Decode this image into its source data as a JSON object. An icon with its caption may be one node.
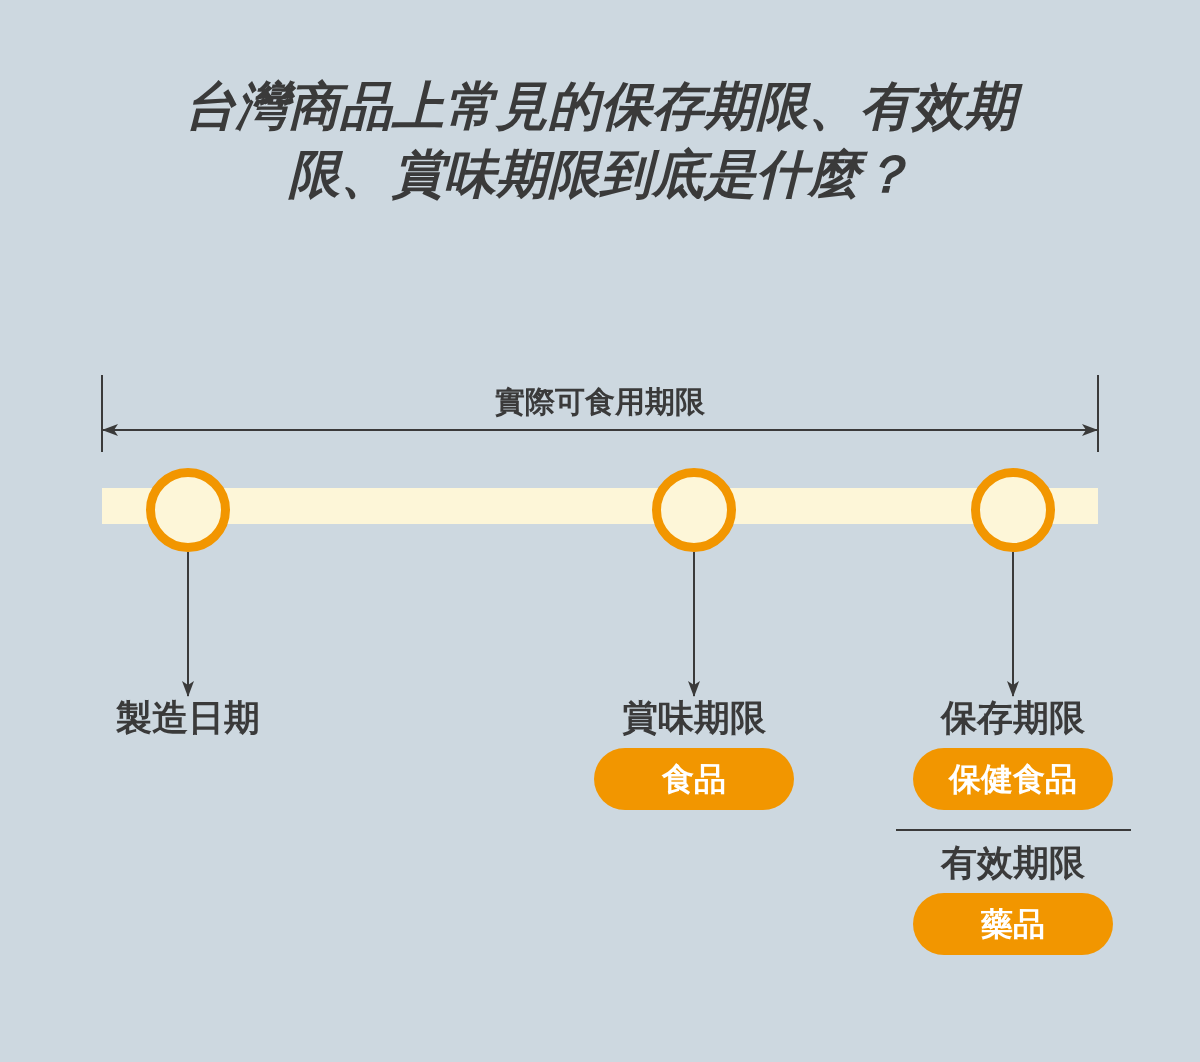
{
  "diagram": {
    "title": "台灣商品上常見的保存期限、有效期限、賞味期限到底是什麼？",
    "nodes": [
      {
        "text": [],
        "shape": "bar"
      },
      {
        "text": [],
        "shape": "circle"
      },
      {
        "text": [],
        "shape": "circle"
      },
      {
        "text": [],
        "shape": "circle"
      },
      {
        "text": [
          "製造日期"
        ]
      },
      {
        "text": [
          "賞味期限"
        ]
      },
      {
        "text": [
          "食品"
        ]
      },
      {
        "text": [
          "保存期限"
        ]
      },
      {
        "text": [
          "保健食品"
        ]
      },
      {
        "text": [
          "有效期限"
        ]
      },
      {
        "text": [
          "藥品"
        ]
      }
    ],
    "edges": [
      {
        "from": 1,
        "to": 4,
        "arrow": "to"
      },
      {
        "from": 2,
        "to": 5,
        "arrow": "to"
      },
      {
        "from": 3,
        "to": 7,
        "arrow": "to"
      }
    ],
    "labels": [
      "實際可食用期限"
    ]
  }
}
